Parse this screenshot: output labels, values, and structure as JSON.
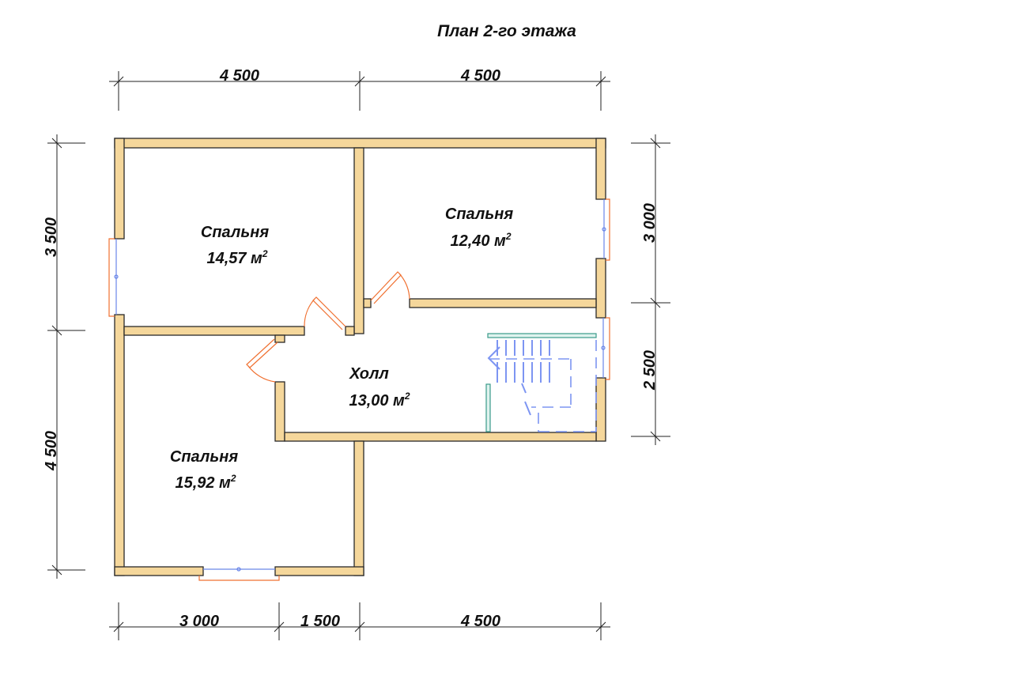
{
  "title": "План 2-го этажа",
  "dimensions": {
    "top": [
      "4 500",
      "4 500"
    ],
    "bottom": [
      "3 000",
      "1 500",
      "4 500"
    ],
    "left": [
      "3 500",
      "4 500"
    ],
    "right": [
      "3 000",
      "2 500"
    ]
  },
  "rooms": [
    {
      "name": "Спальня",
      "area": "14,57 м",
      "sup": "2"
    },
    {
      "name": "Спальня",
      "area": "12,40 м",
      "sup": "2"
    },
    {
      "name": "Холл",
      "area": "13,00 м",
      "sup": "2"
    },
    {
      "name": "Спальня",
      "area": "15,92 м",
      "sup": "2"
    }
  ],
  "colors": {
    "wall": "#F5D79B",
    "window": "#6a86e8",
    "door": "#f07030",
    "stairs": "#7d95f2"
  }
}
